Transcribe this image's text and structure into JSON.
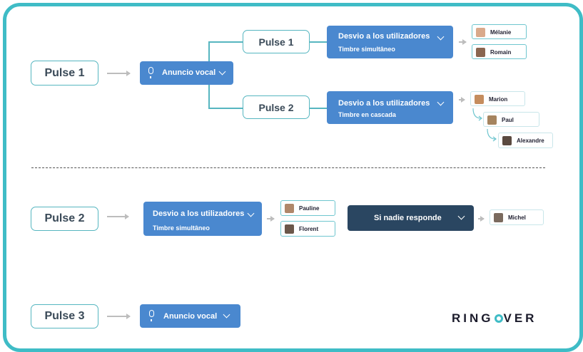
{
  "pulses": {
    "p1": "Pulse 1",
    "p2": "Pulse 2",
    "p3": "Pulse 3"
  },
  "anuncio_vocal": "Anuncio vocal",
  "desvio": "Desvio a los utilizadores",
  "timbre_simultaneo": "Timbre simultâneo",
  "timbre_cascada": "Timbre en cascada",
  "si_nadie": "Si nadie responde",
  "users": {
    "melanie": "Mélanie",
    "romain": "Romain",
    "marion": "Marion",
    "paul": "Paul",
    "alexandre": "Alexandre",
    "pauline": "Pauline",
    "florent": "Florent",
    "michel": "Michel"
  },
  "logo": {
    "part1": "RING",
    "part2": "VER"
  },
  "colors": {
    "border": "#3fbcc6",
    "blue": "#4a88cf",
    "dark": "#2a4661"
  }
}
